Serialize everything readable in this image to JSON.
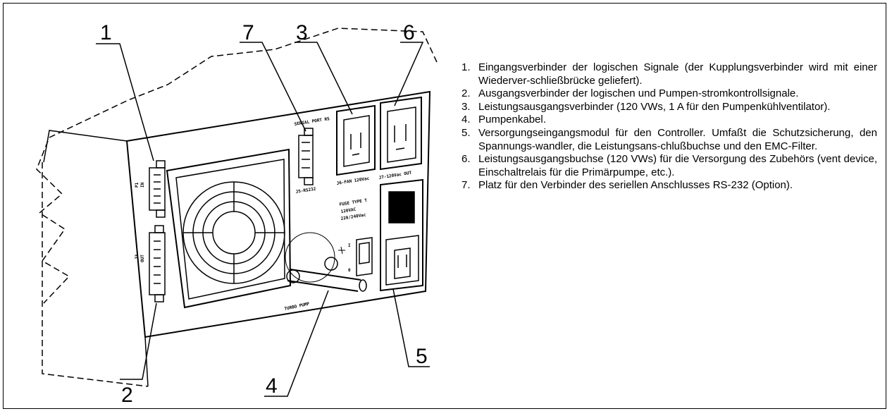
{
  "callouts": {
    "c1": "1",
    "c2": "2",
    "c3": "3",
    "c4": "4",
    "c5": "5",
    "c6": "6",
    "c7": "7"
  },
  "panel_labels": {
    "serial": "SERIAL PORT RS",
    "rs232": "J5-RS232",
    "j6": "J6-FAN 120Vac",
    "j7": "J7-120Vac OUT",
    "fuse1": "FUSE TYPE T",
    "fuse2": "120VAC",
    "fuse3": "220/240Vac",
    "p1": "P1",
    "p1b": "IN",
    "j3": "J3",
    "j3b": "OUT",
    "pump": "TURBO PUMP",
    "sw_on": "I",
    "sw_off": "0"
  },
  "legend": [
    {
      "num": "1.",
      "text": "Eingangsverbinder der logischen Signale (der Kupplungsverbinder wird mit einer Wiederver-schließbrücke geliefert)."
    },
    {
      "num": "2.",
      "text": "Ausgangsverbinder der logischen und Pumpen-stromkontrollsignale."
    },
    {
      "num": "3.",
      "text": "Leistungsausgangsverbinder (120 VWs, 1 A für den Pumpenkühlventilator)."
    },
    {
      "num": "4.",
      "text": "Pumpenkabel."
    },
    {
      "num": "5.",
      "text": "Versorgungseingangsmodul für den Controller. Umfaßt die Schutzsicherung, den Spannungs-wandler, die Leistungsans-chlußbuchse und den EMC-Filter."
    },
    {
      "num": "6.",
      "text": "Leistungsausgangsbuchse (120 VWs) für die Versorgung des Zubehörs (vent device, Einschaltrelais für die Primärpumpe, etc.)."
    },
    {
      "num": "7.",
      "text": "Platz für den Verbinder des seriellen Anschlusses RS-232 (Option)."
    }
  ]
}
